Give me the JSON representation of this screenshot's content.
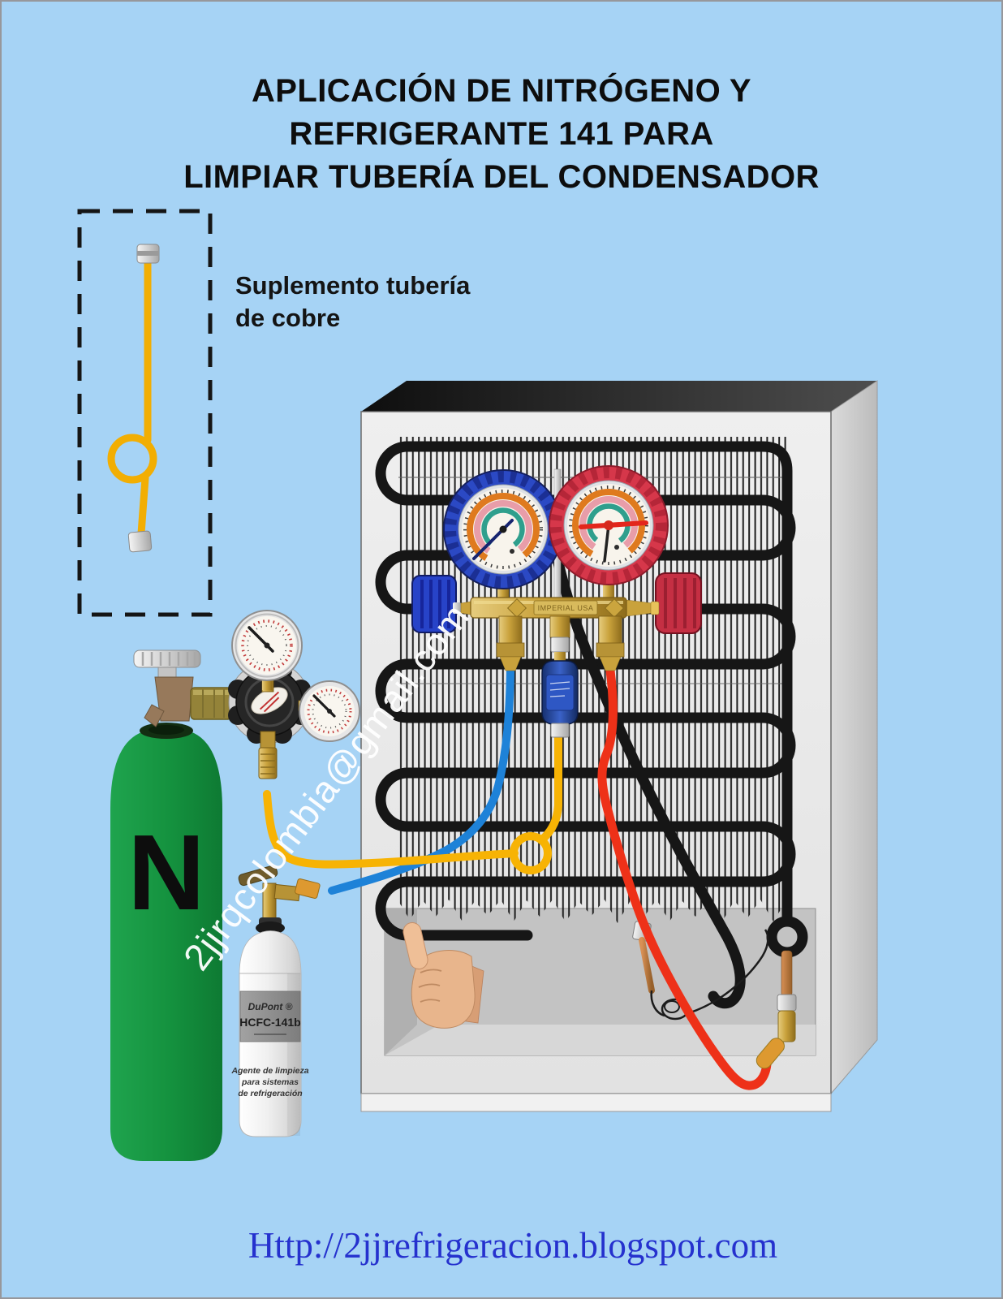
{
  "title": {
    "lines": [
      "APLICACIÓN DE NITRÓGENO Y",
      "REFRIGERANTE 141 PARA",
      "LIMPIAR TUBERÍA DEL CONDENSADOR"
    ]
  },
  "copper_supplement": {
    "label_line1": "Suplemento tubería",
    "label_line2": "de cobre"
  },
  "nitrogen_cylinder": {
    "letter": "N"
  },
  "refrigerant_can": {
    "brand": "DuPont ®",
    "model": "HCFC-141b",
    "desc_line1": "Agente de limpieza",
    "desc_line2": "para sistemas",
    "desc_line3": "de refrigeración"
  },
  "manifold": {
    "engraving": "IMPERIAL USA"
  },
  "watermark": {
    "text": "2jjrqcolombia@gmail.com"
  },
  "footer": {
    "url": "Http://2jjrefrigeracion.blogspot.com"
  },
  "colors": {
    "background": "#A6D3F5",
    "nitrogen_green": "#14913E",
    "hose_yellow": "#F7B304",
    "hose_blue": "#1E82D8",
    "hose_red": "#EE3118",
    "coil_black": "#161616",
    "gauge_boot_blue": "#2B49C4",
    "gauge_boot_red": "#D6374A",
    "brass": "#C9A23C",
    "url_blue": "#2531CE"
  }
}
